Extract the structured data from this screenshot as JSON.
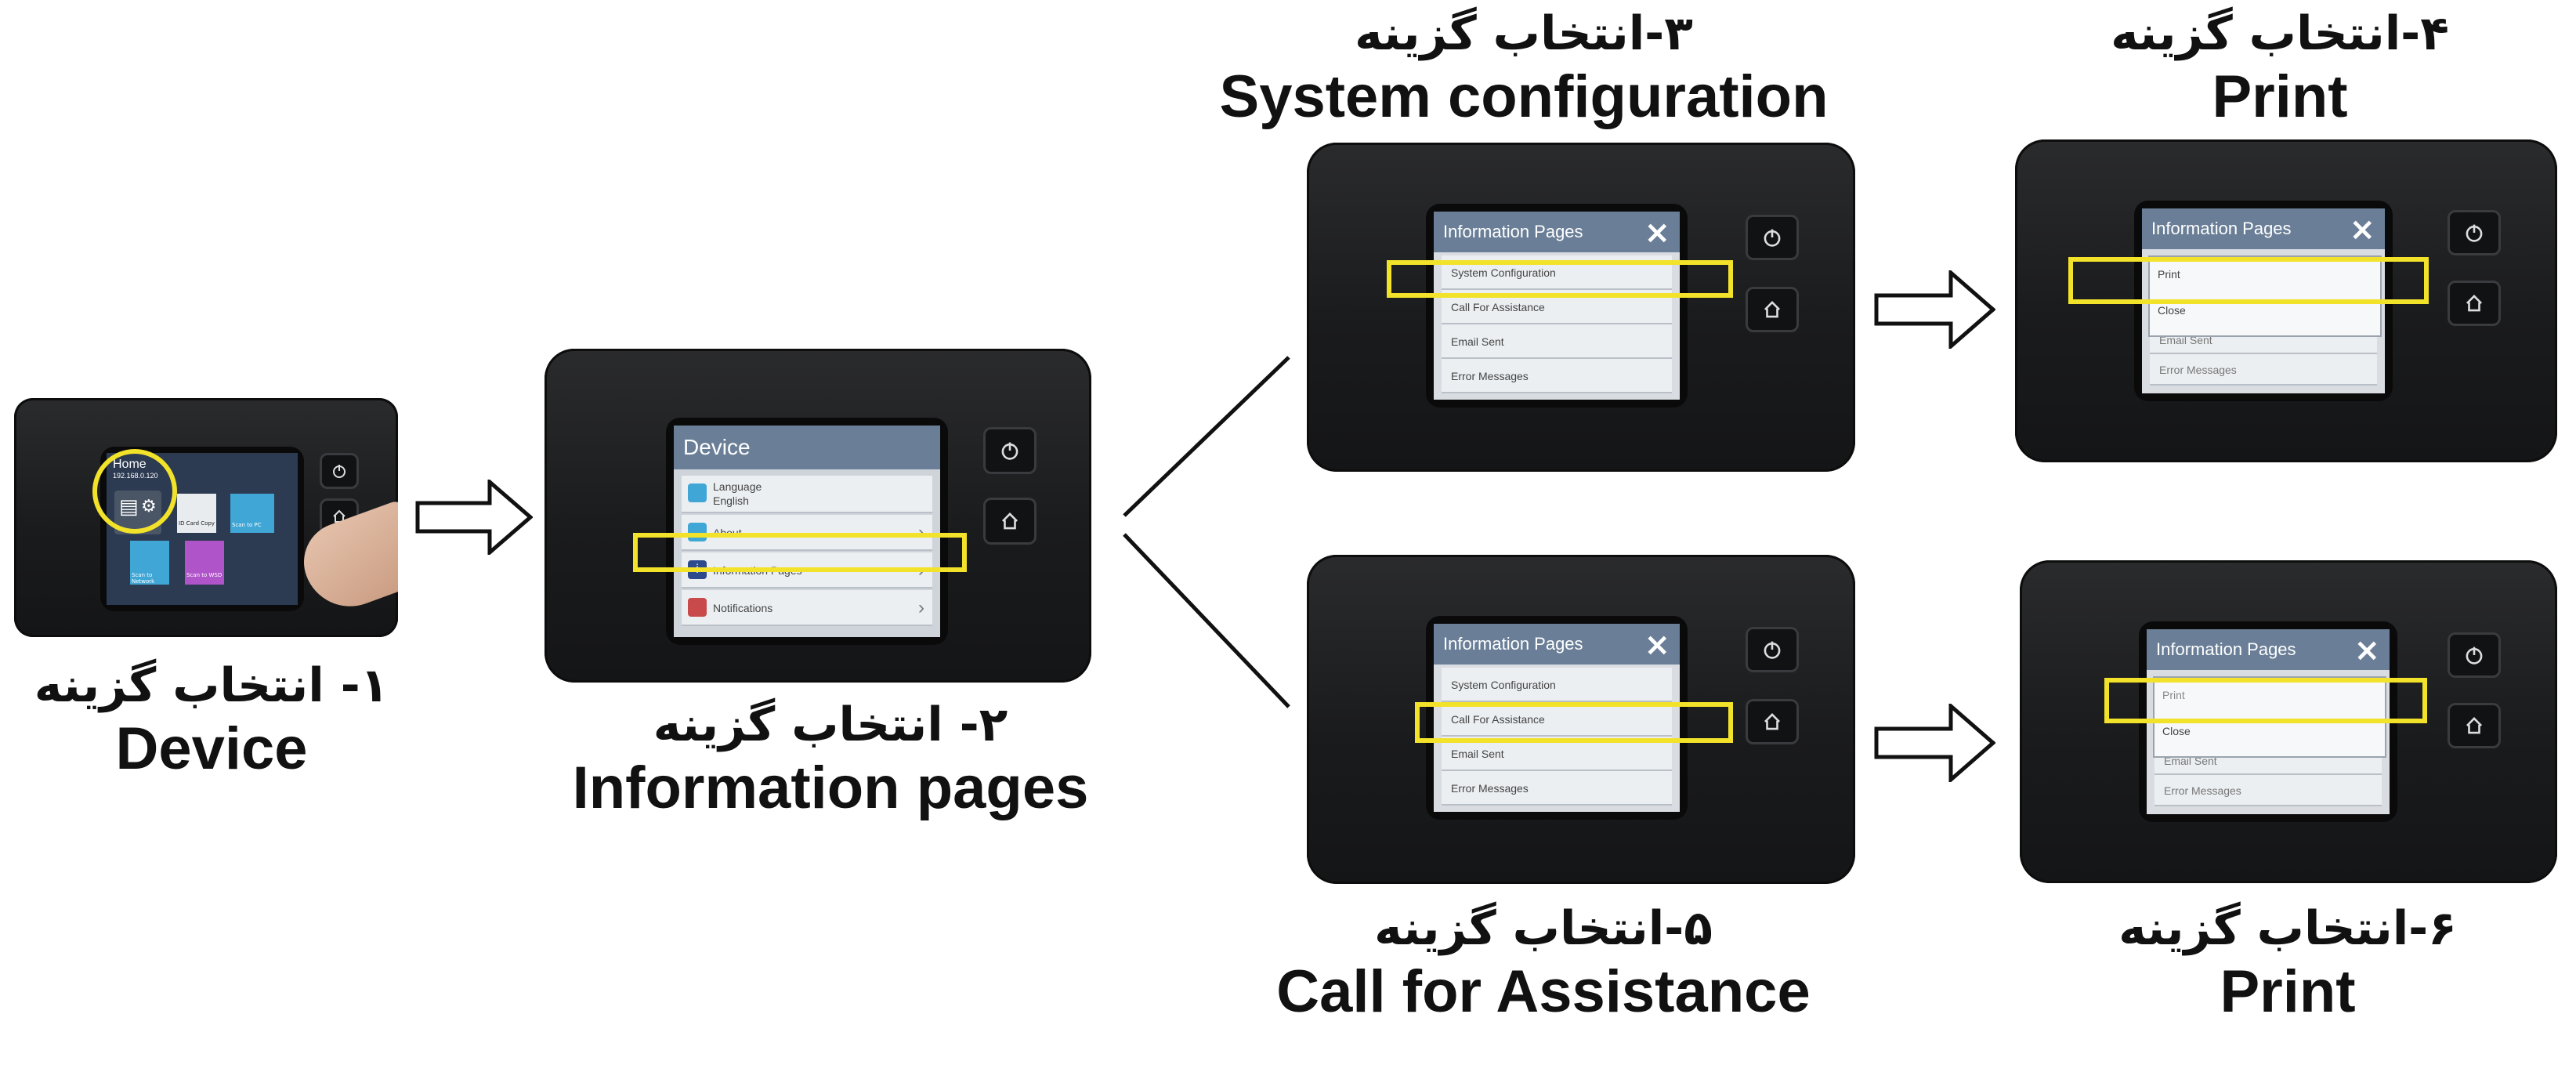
{
  "steps": [
    {
      "id": 1,
      "farsi": "۱- انتخاب گزینه",
      "english": "Device"
    },
    {
      "id": 2,
      "farsi": "۲- انتخاب گزینه",
      "english": "Information pages"
    },
    {
      "id": 3,
      "farsi": "۳-انتخاب گزینه",
      "english": "System configuration"
    },
    {
      "id": 4,
      "farsi": "۴-انتخاب گزینه",
      "english": "Print"
    },
    {
      "id": 5,
      "farsi": "۵-انتخاب گزینه",
      "english": "Call for Assistance"
    },
    {
      "id": 6,
      "farsi": "۶-انتخاب گزینه",
      "english": "Print"
    }
  ],
  "screens": {
    "home": {
      "title": "Home",
      "ip": "192.168.0.120",
      "tiles": [
        "ID Card Copy",
        "Scan to PC",
        "Scan to Network",
        "Scan to WSD"
      ]
    },
    "device": {
      "title": "Device",
      "items": [
        "Language",
        "English",
        "About",
        "Information Pages",
        "Notifications"
      ]
    },
    "info_pages_a": {
      "title": "Information Pages",
      "items": [
        "System Configuration",
        "Call For Assistance",
        "Email Sent",
        "Error Messages"
      ]
    },
    "info_pages_b": {
      "title": "Information Pages",
      "items": [
        "System Configuration",
        "Call For Assistance",
        "Email Sent",
        "Error Messages"
      ]
    },
    "print_menu_a": {
      "title": "Information Pages",
      "options": [
        "Print",
        "Close"
      ],
      "behind": [
        "Email Sent",
        "Error Messages"
      ]
    },
    "print_menu_b": {
      "title": "Information Pages",
      "options": [
        "Print",
        "Close"
      ],
      "behind": [
        "Email Sent",
        "Error Messages"
      ]
    }
  },
  "colors": {
    "highlight": "#f2e22a",
    "panel": "#1e1f21",
    "screen_title": "#6a7f97"
  }
}
